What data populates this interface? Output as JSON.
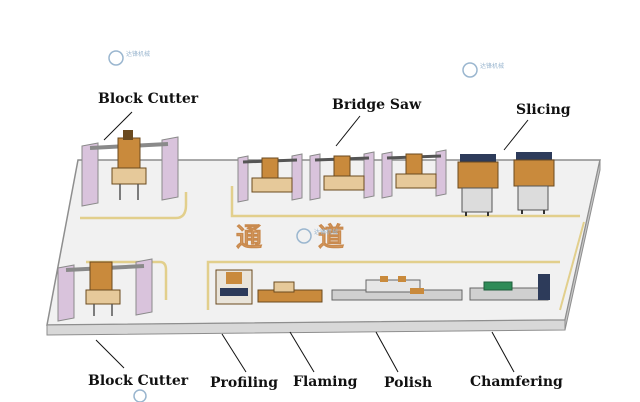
{
  "labels": {
    "block_cutter_top": "Block Cutter",
    "bridge_saw": "Bridge Saw",
    "slicing": "Slicing",
    "block_cutter_bottom": "Block Cutter",
    "profiling": "Profiling",
    "flaming": "Flaming",
    "polish": "Polish",
    "chamfering": "Chamfering"
  },
  "aisle_text": [
    "通",
    "道"
  ],
  "watermark_text": "达锋机械",
  "colors": {
    "floor": "#f1f1f1",
    "floor_edge": "#8e8e8e",
    "lane_line": "#e2cf8c",
    "panel": "#d9c3dc",
    "frame": "#8a8a8a",
    "machine": "#c98a3c",
    "machine_dark": "#6b4a1f",
    "aisle": "#e5b07a",
    "watermark": "#9ab6cf"
  }
}
